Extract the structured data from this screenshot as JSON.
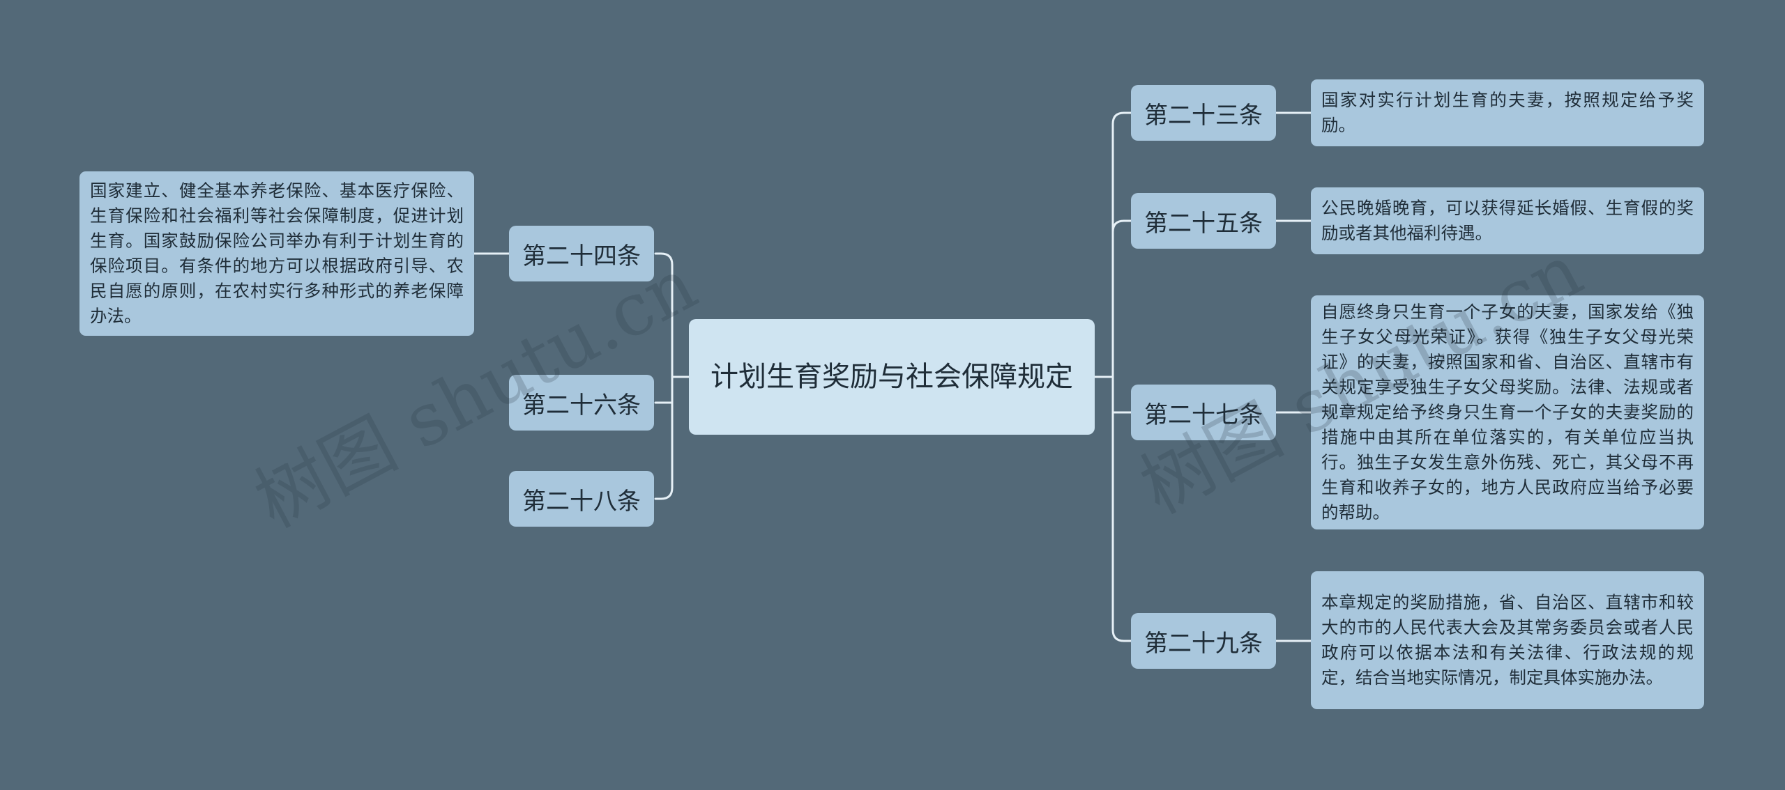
{
  "root": {
    "label": "计划生育奖励与社会保障规定"
  },
  "left_branches": [
    {
      "label": "第二十四条",
      "detail": "国家建立、健全基本养老保险、基本医疗保险、生育保险和社会福利等社会保障制度，促进计划生育。国家鼓励保险公司举办有利于计划生育的保险项目。有条件的地方可以根据政府引导、农民自愿的原则，在农村实行多种形式的养老保障办法。"
    },
    {
      "label": "第二十六条"
    },
    {
      "label": "第二十八条"
    }
  ],
  "right_branches": [
    {
      "label": "第二十三条",
      "detail": "国家对实行计划生育的夫妻，按照规定给予奖励。"
    },
    {
      "label": "第二十五条",
      "detail": "公民晚婚晚育，可以获得延长婚假、生育假的奖励或者其他福利待遇。"
    },
    {
      "label": "第二十七条",
      "detail": "自愿终身只生育一个子女的夫妻，国家发给《独生子女父母光荣证》。获得《独生子女父母光荣证》的夫妻，按照国家和省、自治区、直辖市有关规定享受独生子女父母奖励。法律、法规或者规章规定给予终身只生育一个子女的夫妻奖励的措施中由其所在单位落实的，有关单位应当执行。独生子女发生意外伤残、死亡，其父母不再生育和收养子女的，地方人民政府应当给予必要的帮助。"
    },
    {
      "label": "第二十九条",
      "detail": "本章规定的奖励措施，省、自治区、直辖市和较大的市的人民代表大会及其常务委员会或者人民政府可以依据本法和有关法律、行政法规的规定，结合当地实际情况，制定具体实施办法。"
    }
  ],
  "watermarks": [
    "树图 shutu.cn",
    "树图 shutu.cn"
  ],
  "colors": {
    "background": "#536978",
    "root_fill": "#cfe4f1",
    "node_fill": "#a9c7dd",
    "connector": "#e6f0f6",
    "text": "#1f2d38"
  }
}
